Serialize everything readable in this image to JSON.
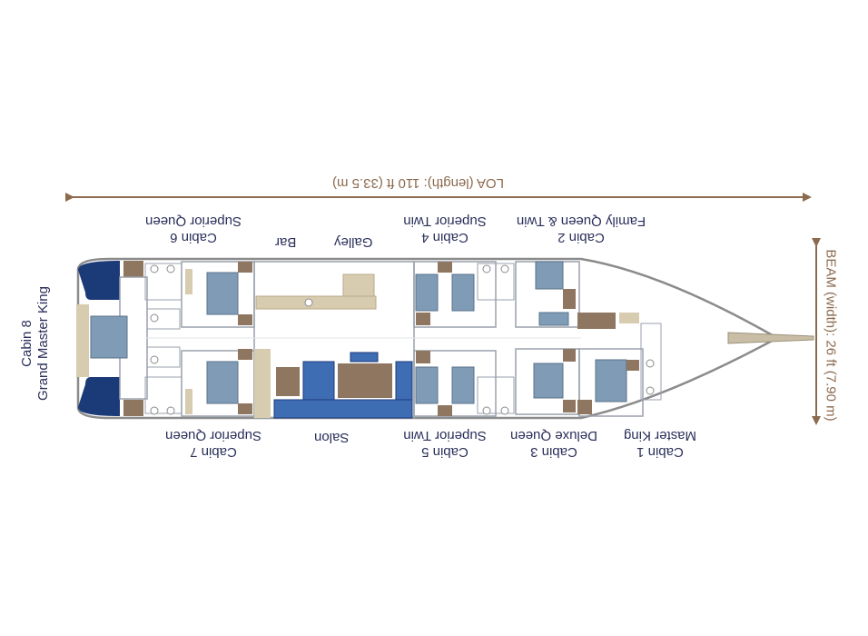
{
  "dimensions": {
    "length": "LOA (length): 110 ft (33.5 m)",
    "beam": "BEAM (width): 26 ft (7.90 m)"
  },
  "labels": {
    "cabin8": "Cabin 8",
    "cabin8_type": "Grand Master King",
    "cabin6": "Cabin 6",
    "cabin6_type": "Superior Queen",
    "bar": "Bar",
    "galley": "Galley",
    "cabin4": "Cabin 4",
    "cabin4_type": "Superior Twin",
    "cabin2": "Cabin 2",
    "cabin2_type": "Family Queen & Twin",
    "cabin7": "Cabin 7",
    "cabin7_type": "Superior Queen",
    "salon": "Salon",
    "cabin5": "Cabin 5",
    "cabin5_type": "Superior Twin",
    "cabin3": "Cabin 3",
    "cabin3_type": "Deluxe Queen",
    "cabin1": "Cabin 1",
    "cabin1_type": "Master King"
  },
  "colors": {
    "hull": "#8b8b8b",
    "bed": "#7f9bb5",
    "furniture": "#8e7660",
    "light_furniture": "#d8ccb0",
    "wall": "#9aa1ac",
    "deck_navy": "#1b3a78",
    "sofa_blue": "#3f6db3",
    "arrow": "#8c6a4e",
    "text": "#2a2f5a"
  }
}
